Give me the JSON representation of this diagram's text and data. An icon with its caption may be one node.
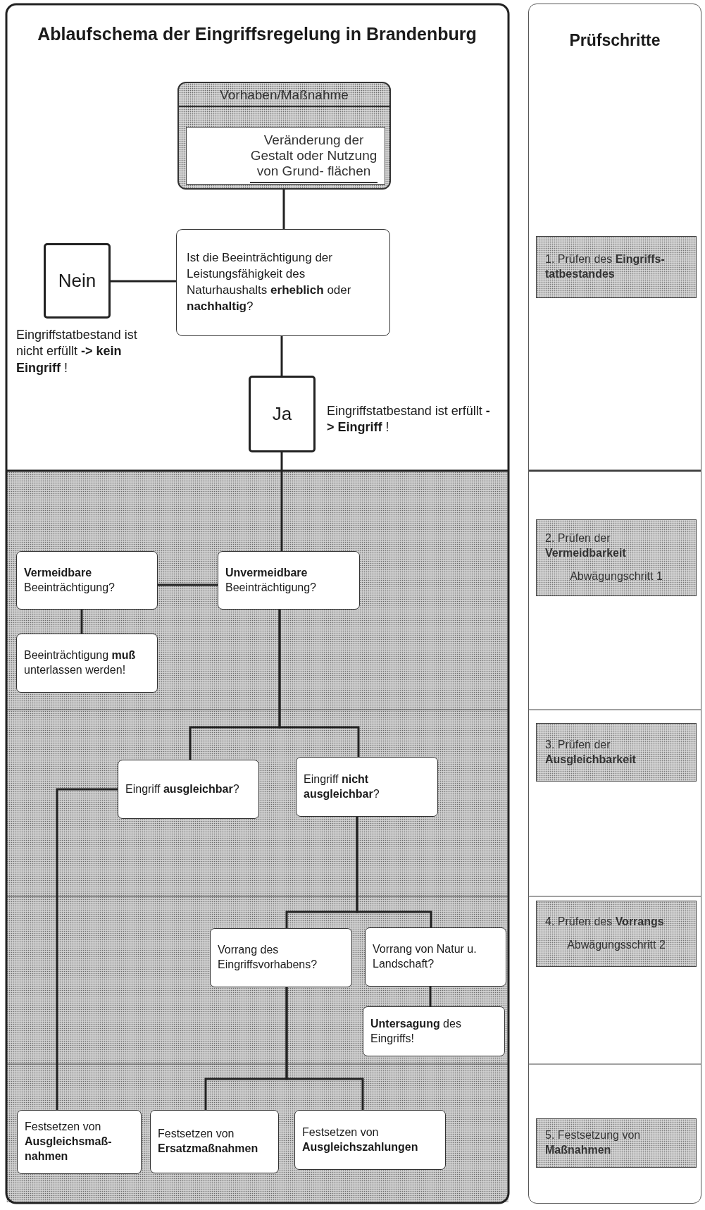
{
  "diagram": {
    "title": "Ablaufschema der Eingriffsregelung in Brandenburg",
    "nodes": [
      {
        "text": [
          "Vorhaben/Maßnahme"
        ]
      },
      {
        "text": [
          "Veränderung der Gestalt oder Nutzung von Grund- flächen"
        ],
        "in": 0
      },
      {
        "text": [
          "Ist die Beeinträchtigung der Leistungsfähigkeit des Naturhaushalts **erheblich** oder **nachhaltig**?"
        ]
      },
      {
        "text": [
          "Nein"
        ],
        "beside": [
          "Eingriffstatbestand ist nicht erfüllt **-> kein Eingriff** !"
        ]
      },
      {
        "text": [
          "Ja"
        ],
        "beside": [
          "Eingriffstatbestand ist erfüllt **-> Eingriff** !"
        ]
      },
      {
        "text": [
          "**Vermeidbare** Beeinträchtigung?"
        ]
      },
      {
        "text": [
          "**Unvermeidbare** Beeinträchtigung?"
        ]
      },
      {
        "text": [
          "Beeinträchtigung **muß** unterlassen werden!"
        ]
      },
      {
        "text": [
          "Eingriff **ausgleichbar**?"
        ]
      },
      {
        "text": [
          "Eingriff **nicht ausgleichbar**?"
        ]
      },
      {
        "text": [
          "Vorrang des Eingriffsvorhabens?"
        ]
      },
      {
        "text": [
          "Vorrang von Natur u. Landschaft?"
        ]
      },
      {
        "text": [
          "**Untersagung** des Eingriffs!"
        ]
      },
      {
        "text": [
          "Festsetzen von **Ausgleichsmaß- nahmen**"
        ]
      },
      {
        "text": [
          "Festsetzen von **Ersatzmaßnahmen**"
        ]
      },
      {
        "text": [
          "Festsetzen von **Ausgleichszahlungen**"
        ]
      },
      {
        "text": [
          "Prüfschritte"
        ]
      },
      {
        "text": [
          "1. Prüfen des **Eingriffs- tatbestandes**"
        ],
        "in": 16
      },
      {
        "text": [
          "2. Prüfen der **Vermeidbarkeit**",
          "Abwägungschritt 1"
        ],
        "in": 16
      },
      {
        "text": [
          "3. Prüfen der **Ausgleichbarkeit**"
        ],
        "in": 16
      },
      {
        "text": [
          "4. Prüfen des **Vorrangs**",
          "Abwägungsschritt 2"
        ],
        "in": 16
      },
      {
        "text": [
          "5. Festsetzung von **Maßnahmen**"
        ],
        "in": 16
      }
    ],
    "edges": [
      {
        "from": 0,
        "to": 2,
        "arrow": "none"
      },
      {
        "from": 2,
        "to": 3,
        "arrow": "none"
      },
      {
        "from": 2,
        "to": 4,
        "arrow": "none"
      },
      {
        "from": 4,
        "to": 6,
        "arrow": "none"
      },
      {
        "from": 6,
        "to": 5,
        "arrow": "none"
      },
      {
        "from": 5,
        "to": 7,
        "arrow": "none"
      },
      {
        "from": 6,
        "to": 8,
        "arrow": "none"
      },
      {
        "from": 6,
        "to": 9,
        "arrow": "none"
      },
      {
        "from": 8,
        "to": 13,
        "arrow": "none"
      },
      {
        "from": 9,
        "to": 10,
        "arrow": "none"
      },
      {
        "from": 9,
        "to": 11,
        "arrow": "none"
      },
      {
        "from": 11,
        "to": 12,
        "arrow": "none"
      },
      {
        "from": 10,
        "to": 14,
        "arrow": "none"
      },
      {
        "from": 10,
        "to": 15,
        "arrow": "none"
      }
    ]
  }
}
